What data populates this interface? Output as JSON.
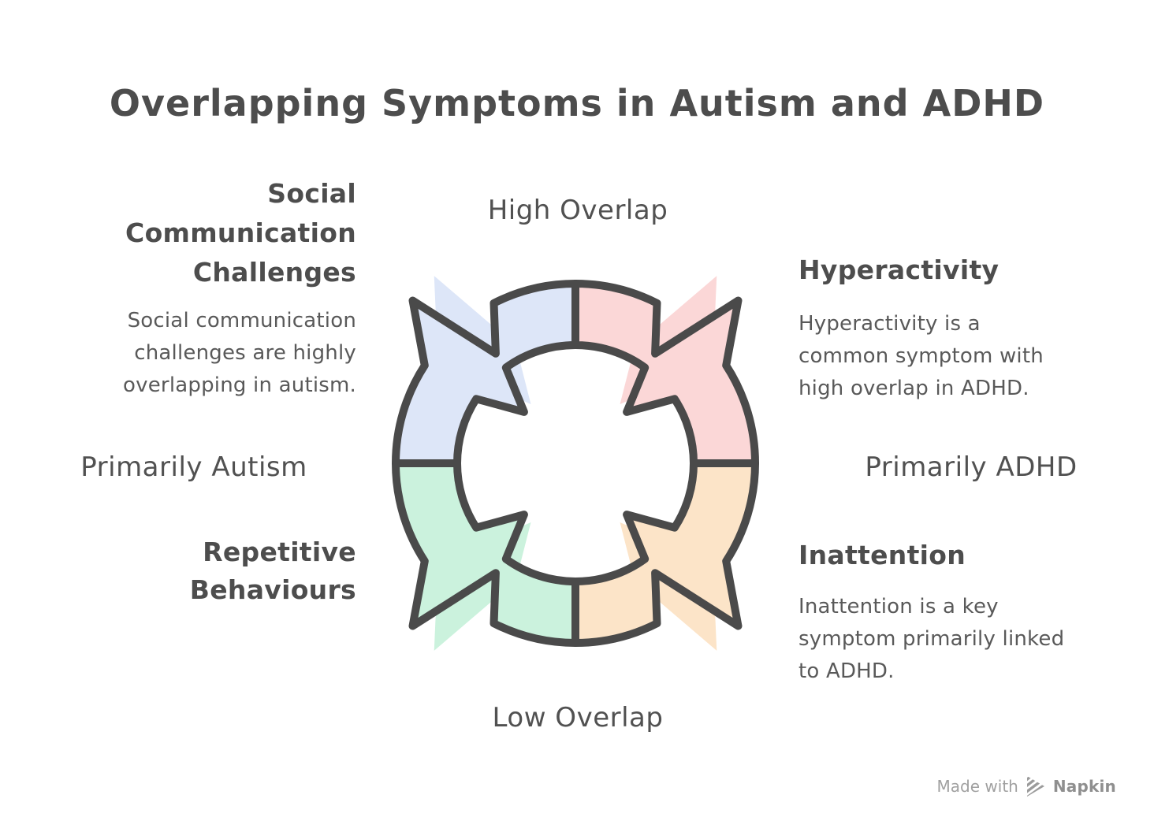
{
  "title": "Overlapping Symptoms in Autism and ADHD",
  "axis_labels": {
    "top": "High Overlap",
    "bottom": "Low Overlap",
    "left": "Primarily Autism",
    "right": "Primarily ADHD"
  },
  "sections": {
    "social_communication": {
      "heading": "Social\nCommunication\nChallenges",
      "body": "Social communication\nchallenges are highly\noverlapping in autism."
    },
    "hyperactivity": {
      "heading": "Hyperactivity",
      "body": "Hyperactivity is a\ncommon symptom with\nhigh overlap in ADHD."
    },
    "repetitive_behaviours": {
      "heading": "Repetitive\nBehaviours"
    },
    "inattention": {
      "heading": "Inattention",
      "body": "Inattention is a key\nsymptom primarily linked\nto ADHD."
    }
  },
  "diagram": {
    "type": "cycle-arrows",
    "outline_color": "#4a4a4a",
    "segments": [
      {
        "name": "social-communication-challenges",
        "quadrant": "top-left",
        "color": "#dde6f8"
      },
      {
        "name": "hyperactivity",
        "quadrant": "top-right",
        "color": "#fbd7d7"
      },
      {
        "name": "repetitive-behaviours",
        "quadrant": "bottom-left",
        "color": "#cbf2dd"
      },
      {
        "name": "inattention",
        "quadrant": "bottom-right",
        "color": "#fce4c8"
      }
    ]
  },
  "credit": {
    "made_with": "Made with",
    "brand": "Napkin"
  }
}
